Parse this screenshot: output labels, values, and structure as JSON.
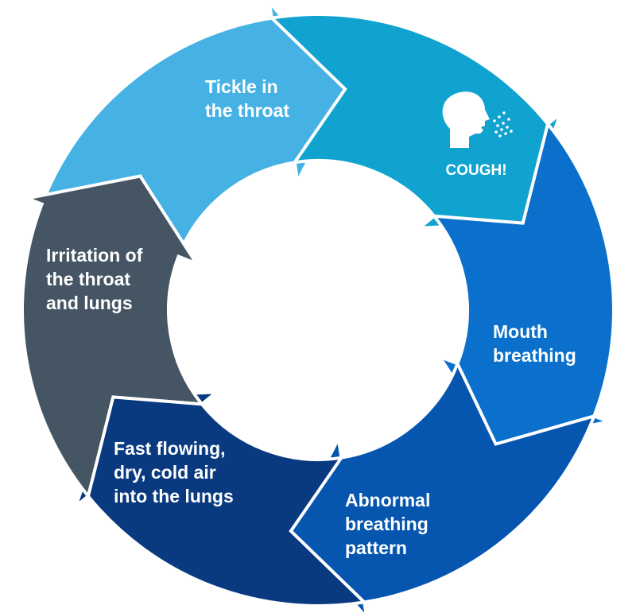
{
  "cycle_steps": [
    {
      "id": "tickle",
      "label": "Tickle in\nthe throat",
      "color": "#45b2e3"
    },
    {
      "id": "cough",
      "label": "COUGH!",
      "icon": "coughing-head-icon",
      "color": "#10a3cf"
    },
    {
      "id": "mouth",
      "label": "Mouth\nbreathing",
      "color": "#0a70cc"
    },
    {
      "id": "abnormal",
      "label": "Abnormal\nbreathing\npattern",
      "color": "#0656b0"
    },
    {
      "id": "fast",
      "label": "Fast flowing,\ndry, cold air\ninto the lungs",
      "color": "#093a80"
    },
    {
      "id": "irritation",
      "label": "Irritation of\nthe throat\nand lungs",
      "color": "#455564"
    }
  ],
  "colors": {
    "background": "#ffffff",
    "separator": "#ffffff",
    "text": "#ffffff"
  }
}
